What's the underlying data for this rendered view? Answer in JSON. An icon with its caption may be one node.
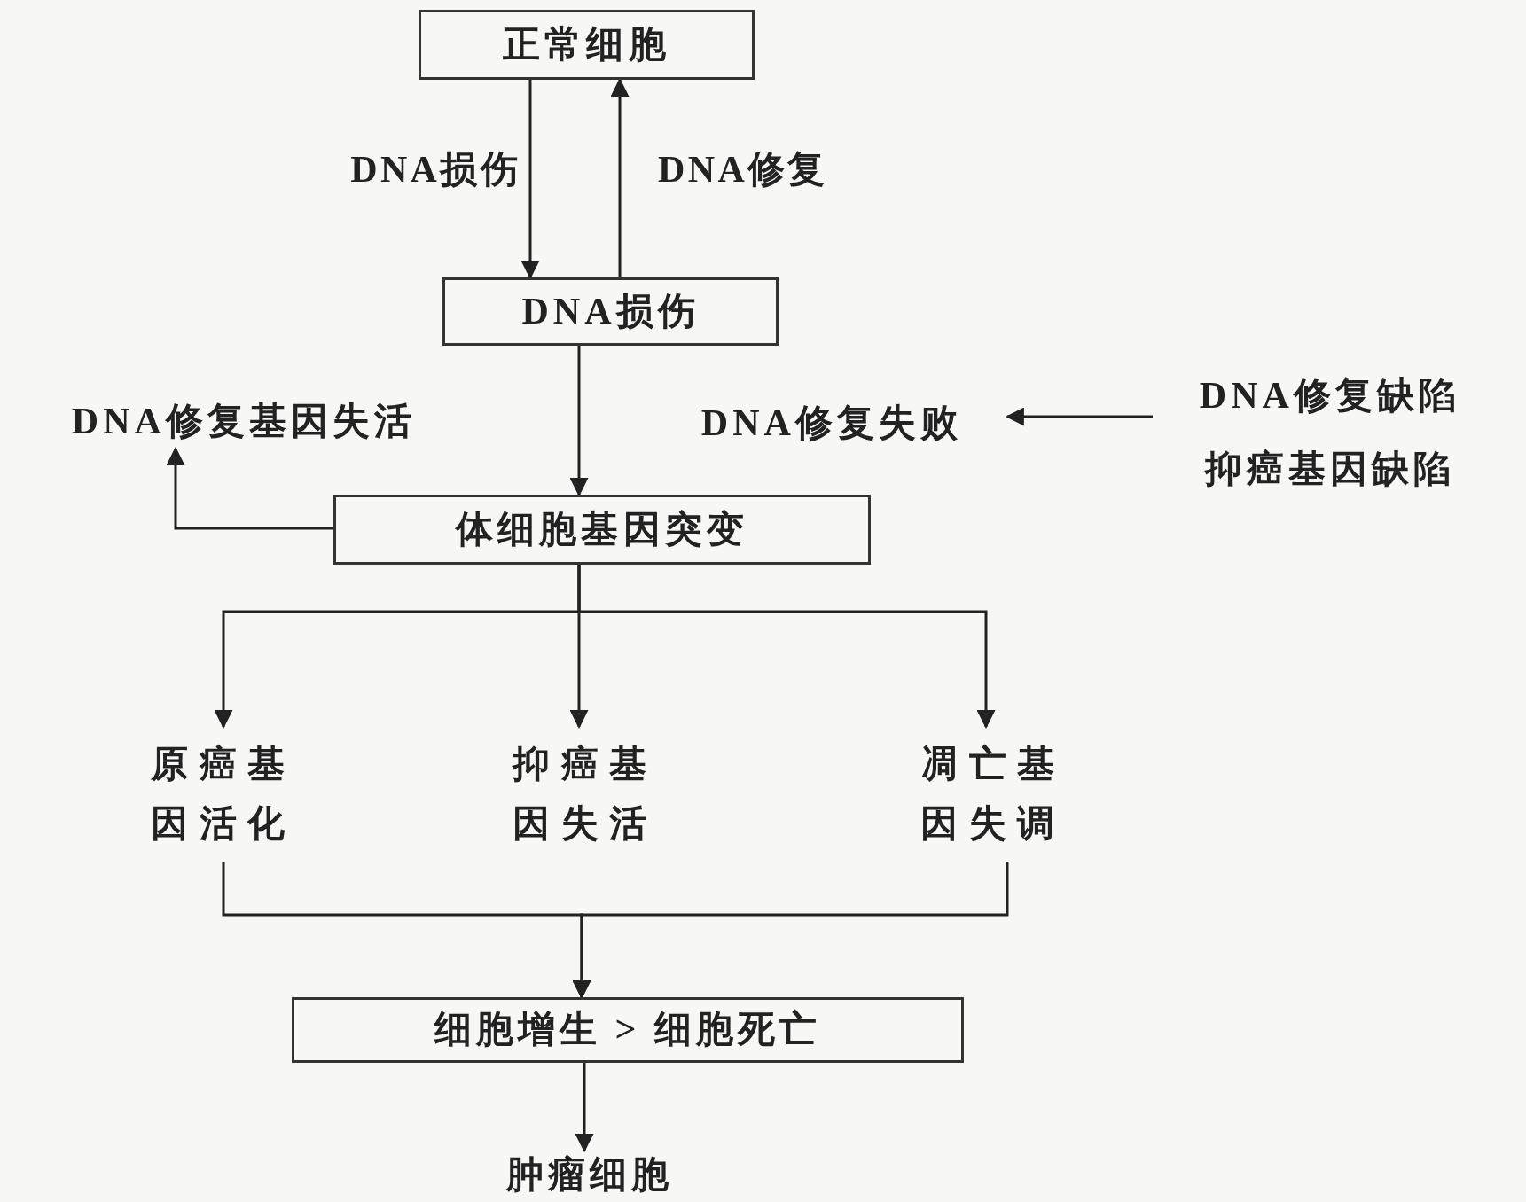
{
  "diagram": {
    "nodes": [
      {
        "text": [
          "正常细胞"
        ]
      },
      {
        "text": [
          "DNA损伤"
        ]
      },
      {
        "text": [
          "DNA修复基因失活"
        ]
      },
      {
        "text": [
          "DNA修复失败"
        ]
      },
      {
        "text": [
          "DNA修复缺陷",
          "抑癌基因缺陷"
        ]
      },
      {
        "text": [
          "体细胞基因突变"
        ]
      },
      {
        "text": [
          "原癌基因活化"
        ]
      },
      {
        "text": [
          "抑癌基因失活"
        ]
      },
      {
        "text": [
          "凋亡基因失调"
        ]
      },
      {
        "text": [
          "细胞增生 > 细胞死亡"
        ]
      },
      {
        "text": [
          "肿瘤细胞"
        ]
      }
    ],
    "edges": [
      {
        "from": 0,
        "to": 1,
        "arrow": "to",
        "label": "DNA损伤"
      },
      {
        "from": 1,
        "to": 0,
        "arrow": "to",
        "label": "DNA修复"
      },
      {
        "from": 1,
        "to": 5,
        "arrow": "to"
      },
      {
        "from": 4,
        "to": 3,
        "arrow": "to"
      },
      {
        "from": 5,
        "to": 2,
        "arrow": "to"
      },
      {
        "from": 5,
        "to": 6,
        "arrow": "to"
      },
      {
        "from": 5,
        "to": 7,
        "arrow": "to"
      },
      {
        "from": 5,
        "to": 8,
        "arrow": "to"
      },
      {
        "from": 6,
        "to": 9,
        "arrow": "to"
      },
      {
        "from": 8,
        "to": 9,
        "arrow": "to"
      },
      {
        "from": 9,
        "to": 10,
        "arrow": "to"
      }
    ]
  }
}
